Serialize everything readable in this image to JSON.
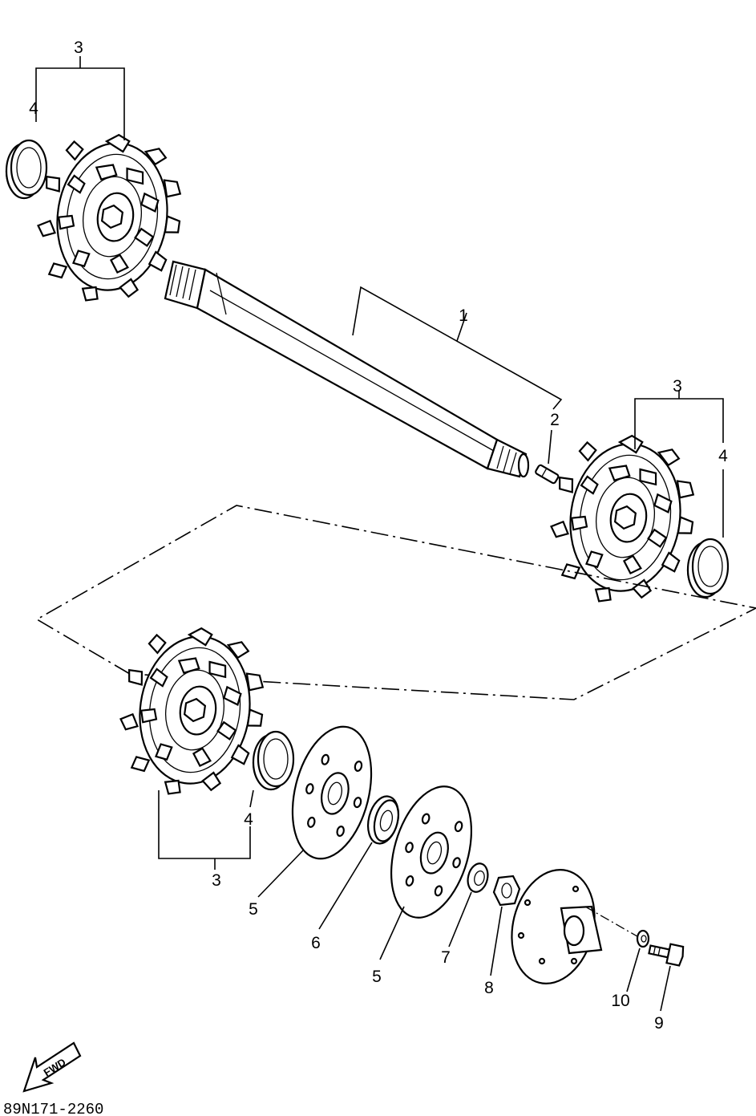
{
  "callouts": {
    "shaft": "1",
    "pin": "2",
    "sprocket_tl": "3",
    "bushing_tl": "4",
    "sprocket_r": "3",
    "bushing_r": "4",
    "sprocket_bl": "3",
    "bushing_bl": "4",
    "plate_a": "5",
    "bearing": "6",
    "plate_b": "5",
    "washer": "7",
    "nut": "8",
    "bolt": "9",
    "lockwasher": "10"
  },
  "fwd_label": "FWD",
  "drawing_code": "89N171-2260",
  "icons": {
    "fwd_arrow": "fwd-arrow-icon"
  },
  "colors": {
    "ink": "#000000",
    "paper": "#ffffff"
  }
}
